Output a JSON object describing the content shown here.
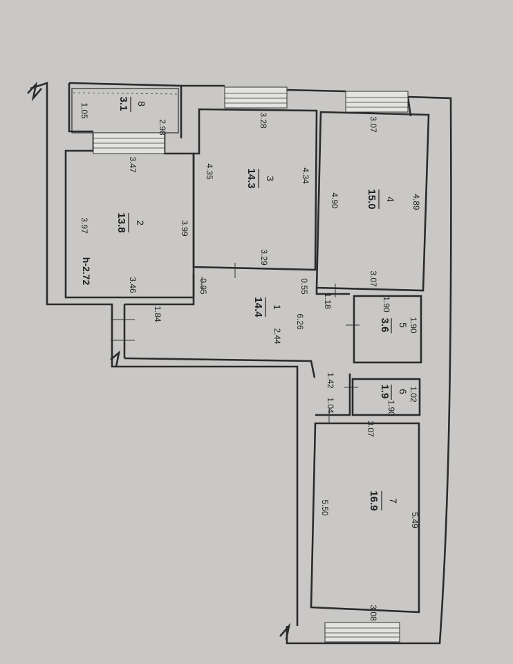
{
  "plan": {
    "ceiling_height": "h-2.72",
    "rooms": [
      {
        "number": "1",
        "area": "14.4"
      },
      {
        "number": "2",
        "area": "13.8"
      },
      {
        "number": "3",
        "area": "14.3"
      },
      {
        "number": "4",
        "area": "15.0"
      },
      {
        "number": "5",
        "area": "3.6"
      },
      {
        "number": "6",
        "area": "1.9"
      },
      {
        "number": "7",
        "area": "16.9"
      },
      {
        "number": "8",
        "area": "3.1"
      }
    ],
    "dims": {
      "r8_side": "1.05",
      "r8_len": "2.98",
      "r2_top": "3.47",
      "r2_left": "3.97",
      "r2_right": "3.99",
      "r2_bottom": "3.46",
      "corridor_a": "1.84",
      "r3_top": "3.28",
      "r3_left": "4.35",
      "r3_right": "4.34",
      "r3_bottom": "3.29",
      "r4_top": "3.07",
      "r4_left": "4.90",
      "r4_right": "4.89",
      "r4_bottom": "3.07",
      "hall_a": "0.95",
      "hall_b": "0.55",
      "hall_c": "1.18",
      "hall_len": "6.26",
      "hall_w": "2.44",
      "r5_a": "1.90",
      "r5_b": "1.90",
      "hall_d": "1.42",
      "hall_e": "1.04",
      "r6_a": "1.02",
      "r6_b": "1.90",
      "r7_top": "3.07",
      "r7_left": "5.50",
      "r7_right": "5.49",
      "r7_bottom": "3.08"
    }
  }
}
